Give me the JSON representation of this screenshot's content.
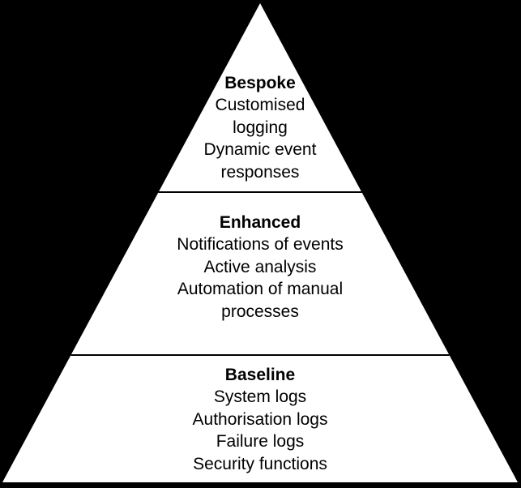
{
  "pyramid": {
    "type": "pyramid-diagram",
    "tiers": [
      {
        "id": "bespoke",
        "title": "Bespoke",
        "items": [
          "Customised logging",
          "Dynamic event responses"
        ],
        "lines": [
          "Customised",
          "logging",
          "Dynamic event",
          "responses"
        ]
      },
      {
        "id": "enhanced",
        "title": "Enhanced",
        "items": [
          "Notifications of events",
          "Active analysis",
          "Automation of manual processes"
        ],
        "lines": [
          "Notifications of events",
          "Active analysis",
          "Automation of manual",
          "processes"
        ]
      },
      {
        "id": "baseline",
        "title": "Baseline",
        "items": [
          "System logs",
          "Authorisation logs",
          "Failure logs",
          "Security functions"
        ],
        "lines": [
          "System logs",
          "Authorisation logs",
          "Failure logs",
          "Security functions"
        ]
      }
    ],
    "colors": {
      "background": "#000000",
      "fill": "#ffffff",
      "text": "#000000",
      "divider": "#000000"
    }
  }
}
